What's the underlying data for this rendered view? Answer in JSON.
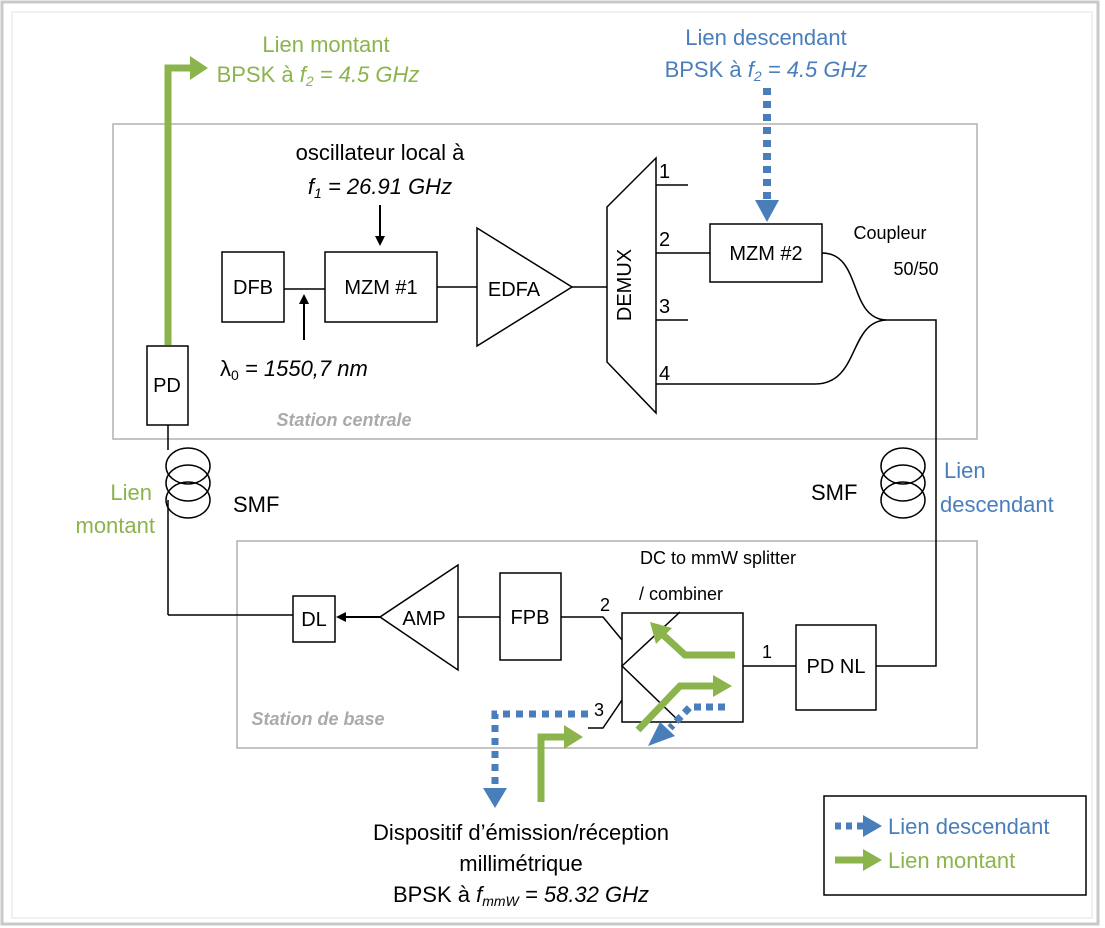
{
  "colors": {
    "uplink": "#8bb44c",
    "downlink": "#4a7ebb",
    "station_border": "#b0b0b0",
    "line": "#000000"
  },
  "top_uplink": {
    "line1": "Lien montant",
    "line2_prefix": "BPSK à ",
    "line2_var": "f",
    "line2_sub": "2",
    "line2_suffix": " = 4.5 GHz"
  },
  "top_downlink": {
    "line1": "Lien descendant",
    "line2_prefix": "BPSK à ",
    "line2_var": "f",
    "line2_sub": "2",
    "line2_suffix": " = 4.5 GHz"
  },
  "oscillator": {
    "line1": "oscillateur local à",
    "var": "f",
    "sub": "1",
    "value": " = 26.91 GHz"
  },
  "wavelength": {
    "symbol": "λ",
    "sub": "0",
    "value": " = 1550,7 nm"
  },
  "blocks": {
    "dfb": "DFB",
    "mzm1": "MZM #1",
    "edfa": "EDFA",
    "demux": "DEMUX",
    "mzm2": "MZM #2",
    "pd": "PD",
    "dl": "DL",
    "amp": "AMP",
    "fpb": "FPB",
    "pdnl": "PD NL"
  },
  "demux_ports": [
    "1",
    "2",
    "3",
    "4"
  ],
  "coupler": {
    "line1": "Coupleur",
    "line2": "50/50"
  },
  "station_centrale": "Station centrale",
  "station_base": "Station de base",
  "smf_left": "SMF",
  "smf_right": "SMF",
  "left_link": {
    "line1": "Lien",
    "line2": "montant"
  },
  "right_link": {
    "line1": "Lien",
    "line2": "descendant"
  },
  "splitter": {
    "line1": "DC to mmW splitter",
    "line2": "/ combiner",
    "port1": "1",
    "port2": "2",
    "port3": "3"
  },
  "device": {
    "line1": "Dispositif d’émission/réception",
    "line2": "millimétrique",
    "line3_prefix": "BPSK à ",
    "line3_var": "f",
    "line3_sub": "mmW",
    "line3_suffix": " = 58.32 GHz"
  },
  "legend": {
    "downlink_label": "Lien descendant",
    "uplink_label": "Lien montant"
  }
}
